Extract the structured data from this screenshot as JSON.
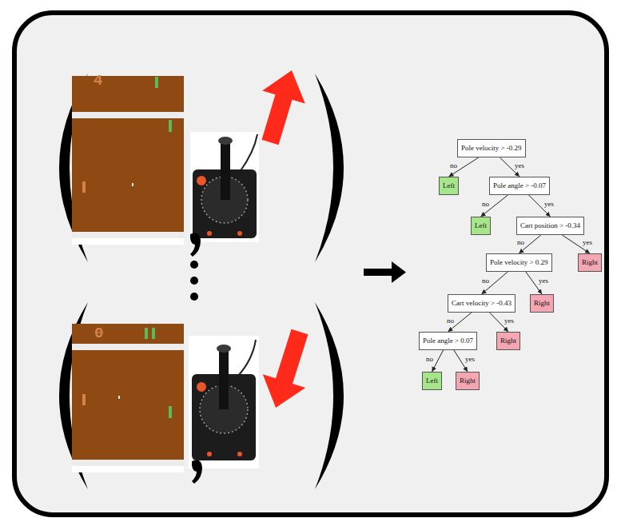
{
  "diagram": {
    "nodes": [
      {
        "text": [
          "Pole velocity > -0.29"
        ]
      },
      {
        "text": [
          "Left"
        ]
      },
      {
        "text": [
          "Pole angle > -0.07"
        ]
      },
      {
        "text": [
          "Left"
        ]
      },
      {
        "text": [
          "Cart position > -0.34"
        ]
      },
      {
        "text": [
          "Pole velocity > 0.29"
        ]
      },
      {
        "text": [
          "Right"
        ]
      },
      {
        "text": [
          "Cart velocity > -0.43"
        ]
      },
      {
        "text": [
          "Right"
        ]
      },
      {
        "text": [
          "Pole angle > 0.07"
        ]
      },
      {
        "text": [
          "Right"
        ]
      },
      {
        "text": [
          "Left"
        ]
      },
      {
        "text": [
          "Right"
        ]
      }
    ],
    "edges": [
      {
        "from": 0,
        "to": 1,
        "arrow": "to",
        "label": "no"
      },
      {
        "from": 0,
        "to": 2,
        "arrow": "to",
        "label": "yes"
      },
      {
        "from": 2,
        "to": 3,
        "arrow": "to",
        "label": "no"
      },
      {
        "from": 2,
        "to": 4,
        "arrow": "to",
        "label": "yes"
      },
      {
        "from": 4,
        "to": 5,
        "arrow": "to",
        "label": "no"
      },
      {
        "from": 4,
        "to": 6,
        "arrow": "to",
        "label": "yes"
      },
      {
        "from": 5,
        "to": 7,
        "arrow": "to",
        "label": "no"
      },
      {
        "from": 5,
        "to": 8,
        "arrow": "to",
        "label": "yes"
      },
      {
        "from": 7,
        "to": 9,
        "arrow": "to",
        "label": "no"
      },
      {
        "from": 7,
        "to": 10,
        "arrow": "to",
        "label": "yes"
      },
      {
        "from": 9,
        "to": 11,
        "arrow": "to",
        "label": "no"
      },
      {
        "from": 9,
        "to": 12,
        "arrow": "to",
        "label": "yes"
      }
    ],
    "labels": [
      "4",
      "0"
    ]
  }
}
